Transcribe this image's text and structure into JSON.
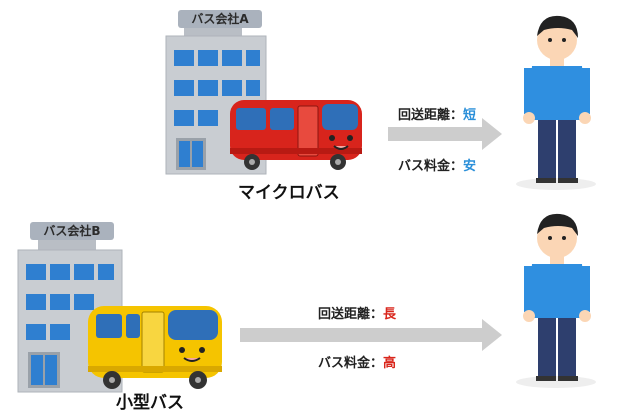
{
  "scenario_a": {
    "company": "バス会社A",
    "bus_name": "マイクロバス",
    "distance_label": "回送距離：",
    "distance_value": "短",
    "fare_label": "バス料金：",
    "fare_value": "安",
    "value_color": "#2a8fd9",
    "bus_color": "#d8241c"
  },
  "scenario_b": {
    "company": "バス会社B",
    "bus_name": "小型バス",
    "distance_label": "回送距離：",
    "distance_value": "長",
    "fare_label": "バス料金：",
    "fare_value": "高",
    "value_color": "#d9261c",
    "bus_color": "#f5c400"
  },
  "icons": [
    "office-building-icon",
    "microbus-icon",
    "small-bus-icon",
    "arrow-right-icon",
    "customer-person-icon"
  ]
}
